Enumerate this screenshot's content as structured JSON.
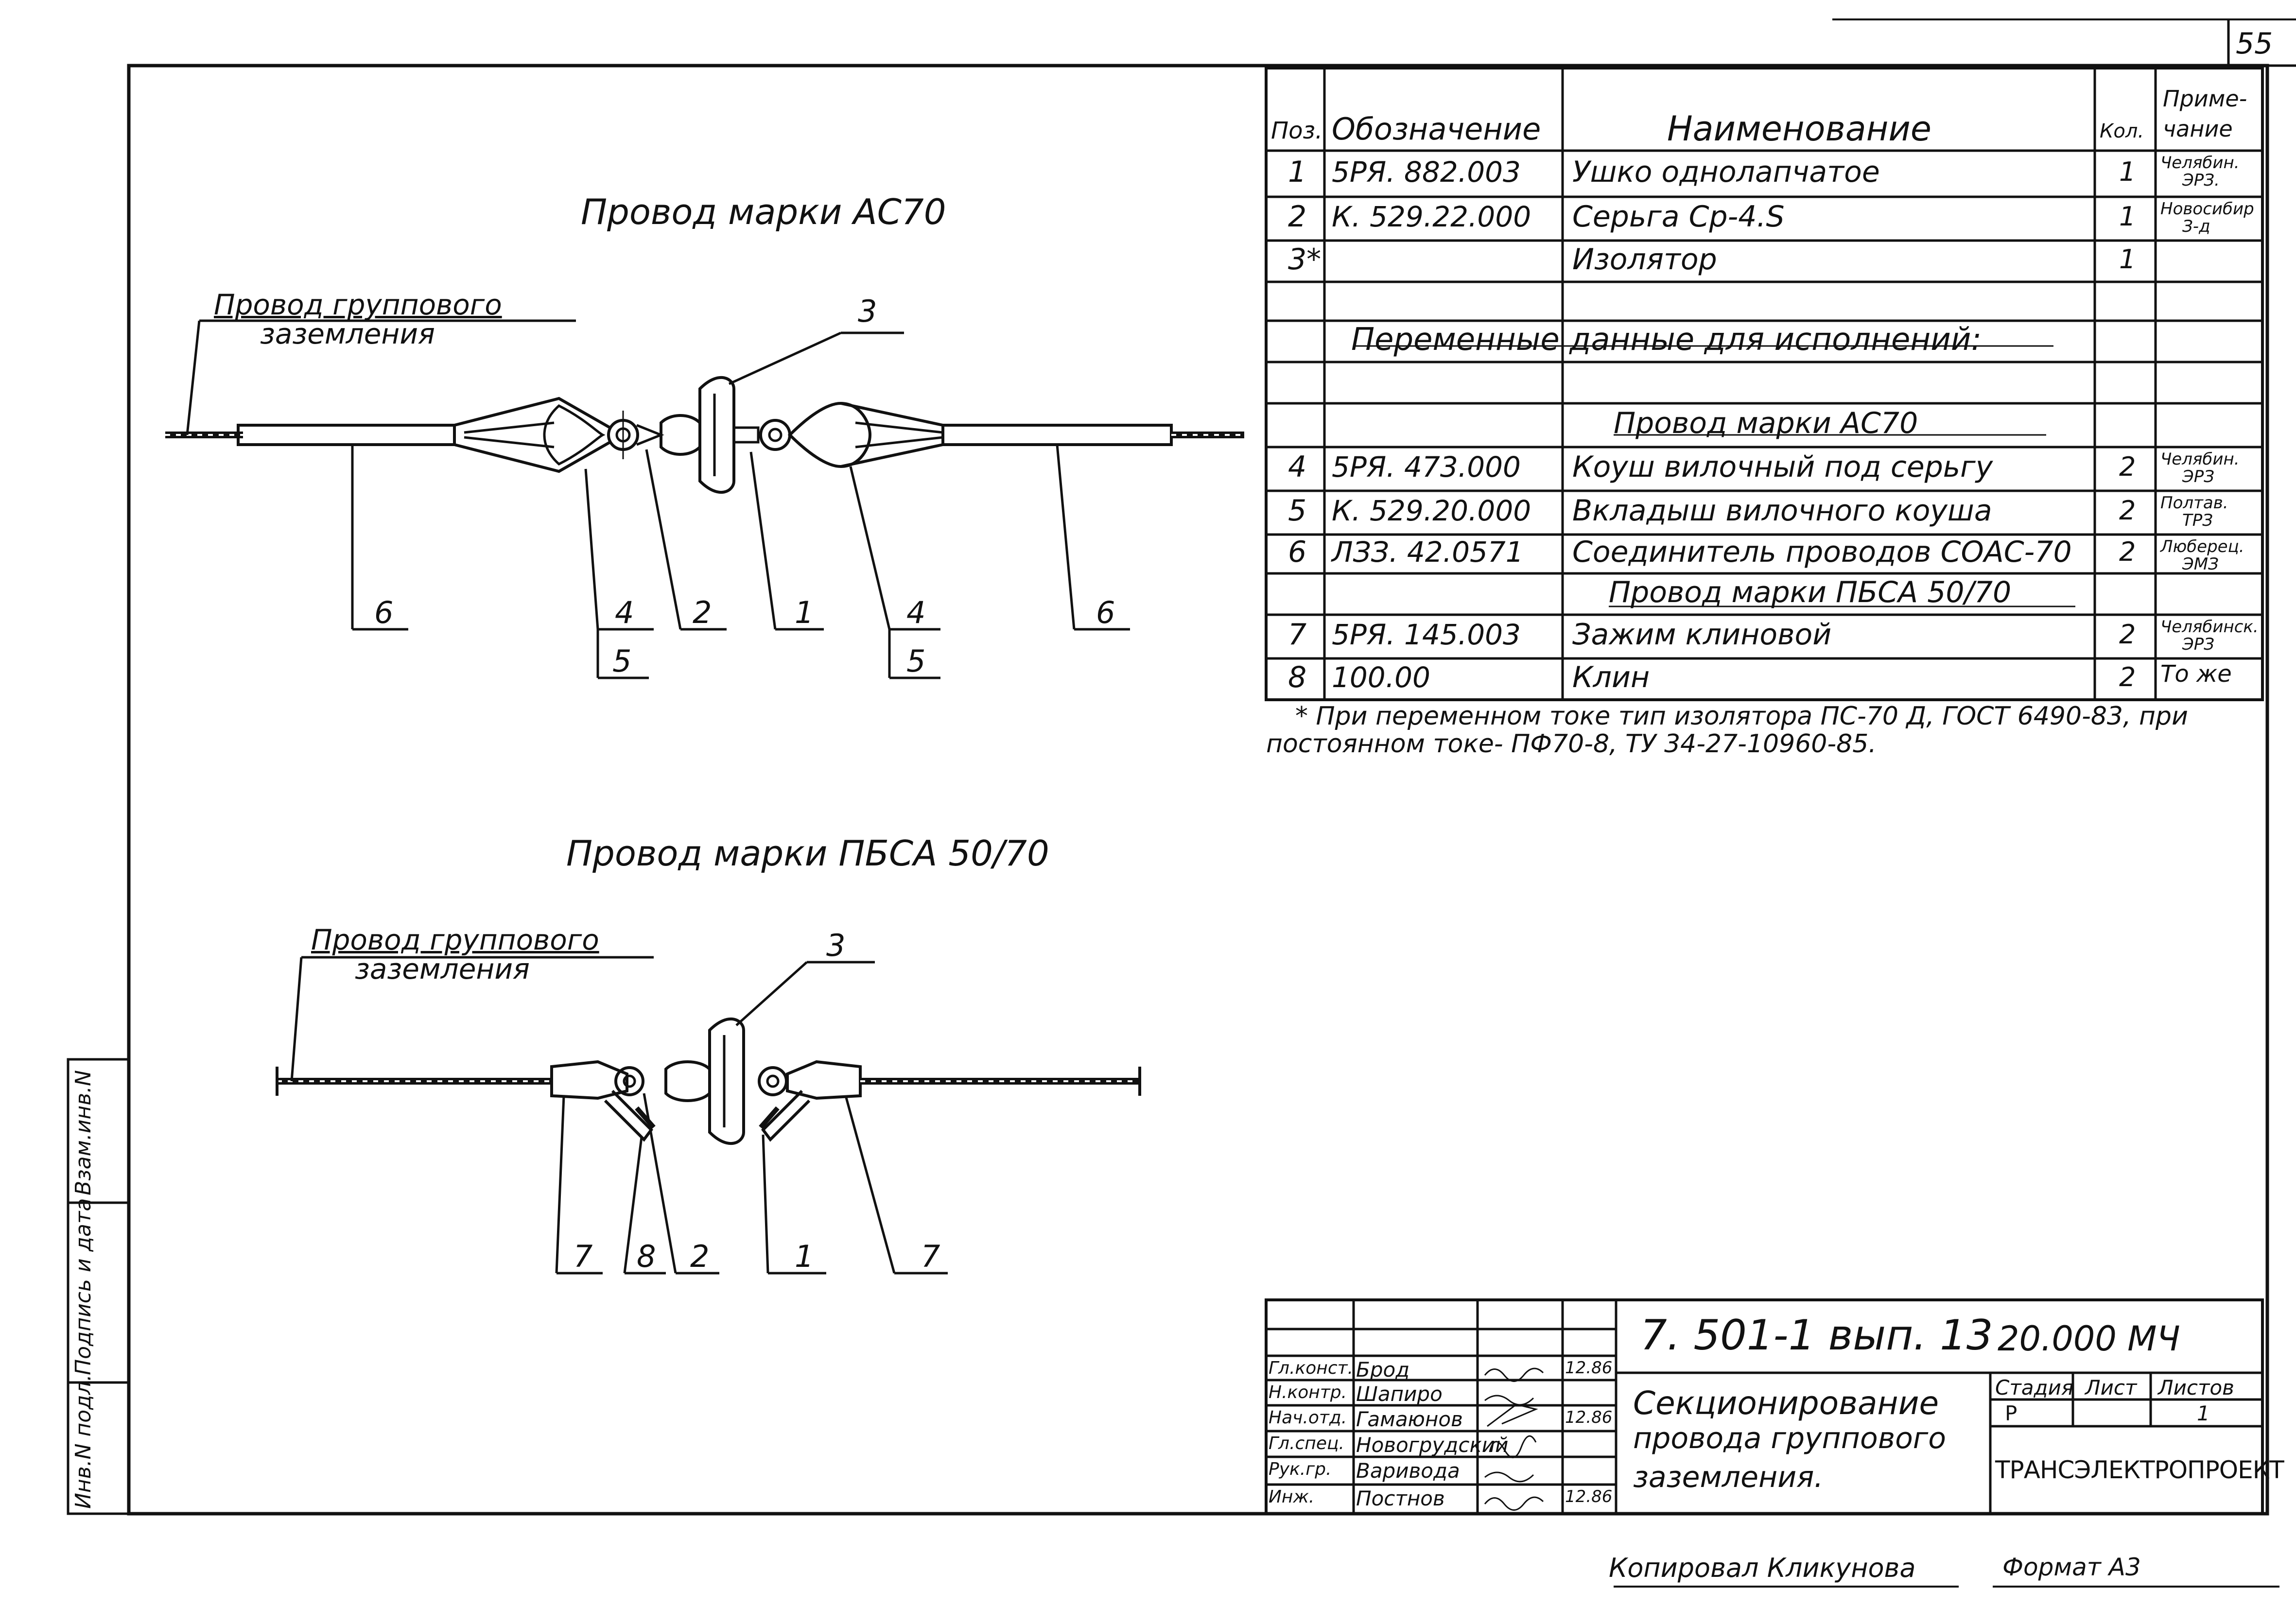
{
  "sheet_number": "55",
  "drawing": {
    "title_top": "Провод марки АС70",
    "title_bottom": "Провод марки ПБСА 50/70",
    "ground_wire_top": [
      "Провод группового",
      "заземления"
    ],
    "ground_wire_bottom": [
      "Провод группового",
      "заземления"
    ],
    "callouts_top": [
      "3",
      "6",
      "4",
      "5",
      "2",
      "1",
      "4",
      "5",
      "6"
    ],
    "callouts_bottom": [
      "3",
      "7",
      "8",
      "2",
      "1",
      "7"
    ]
  },
  "spec_table": {
    "headers": {
      "pos": "Поз.",
      "designation": "Обозначение",
      "name": "Наименование",
      "qty": "Кол.",
      "note": [
        "Приме-",
        "чание"
      ]
    },
    "rows": [
      {
        "pos": "1",
        "designation": "5РЯ. 882.003",
        "name": "Ушко однолапчатое",
        "qty": "1",
        "note": [
          "Челябин.",
          "ЭРЗ."
        ]
      },
      {
        "pos": "2",
        "designation": "К. 529.22.000",
        "name": "Серьга Ср-4.S",
        "qty": "1",
        "note": [
          "Новосибир",
          "З-д"
        ]
      },
      {
        "pos": "3*",
        "designation": "",
        "name": "Изолятор",
        "qty": "1",
        "note": [
          "",
          ""
        ]
      },
      {
        "pos": "",
        "designation": "",
        "name": "",
        "qty": "",
        "note": [
          "",
          ""
        ]
      },
      {
        "pos": "",
        "designation": "",
        "name": "Переменные данные для исполнений:",
        "qty": "",
        "note": [
          "",
          ""
        ]
      },
      {
        "pos": "",
        "designation": "",
        "name": "",
        "qty": "",
        "note": [
          "",
          ""
        ]
      },
      {
        "pos": "",
        "designation": "",
        "name": "Провод марки АС70",
        "qty": "",
        "note": [
          "",
          ""
        ]
      },
      {
        "pos": "4",
        "designation": "5РЯ. 473.000",
        "name": "Коуш вилочный под серьгу",
        "qty": "2",
        "note": [
          "Челябин.",
          "ЭРЗ"
        ]
      },
      {
        "pos": "5",
        "designation": "К. 529.20.000",
        "name": "Вкладыш вилочного коуша",
        "qty": "2",
        "note": [
          "Полтав.",
          "ТРЗ"
        ]
      },
      {
        "pos": "6",
        "designation": "ЛЗЗ. 42.0571",
        "name": "Соединитель проводов СОАС-70",
        "qty": "2",
        "note": [
          "Люберец.",
          "ЭМЗ"
        ]
      },
      {
        "pos": "",
        "designation": "",
        "name": "Провод марки ПБСА 50/70",
        "qty": "",
        "note": [
          "",
          ""
        ]
      },
      {
        "pos": "7",
        "designation": "5РЯ. 145.003",
        "name": "Зажим клиновой",
        "qty": "2",
        "note": [
          "Челябинск.",
          "ЭРЗ"
        ]
      },
      {
        "pos": "8",
        "designation": "100.00",
        "name": "Клин",
        "qty": "2",
        "note": [
          "То же",
          ""
        ]
      }
    ],
    "footnote": [
      "* При переменном токе тип изолятора ПС-70 Д, ГОСТ 6490-83, при",
      "постоянном токе- ПФ70-8, ТУ 34-27-10960-85."
    ]
  },
  "side_stamp": [
    "Инв.N подл.",
    "Подпись и дата",
    "Взам.инв.N"
  ],
  "title_block": {
    "code": "7. 501-1 вып. 13",
    "number": "20.000 МЧ",
    "title": [
      "Секционирование",
      "провода группового",
      "заземления."
    ],
    "stage_label": "Стадия",
    "sheet_label": "Лист",
    "sheets_label": "Листов",
    "stage": "Р",
    "sheet": "",
    "sheets": "1",
    "org": "ТРАНСЭЛЕКТРОПРОЕКТ",
    "roles": [
      {
        "role": "Гл.конст.",
        "name": "Брод",
        "date": "12.86"
      },
      {
        "role": "Н.контр.",
        "name": "Шапиро",
        "date": ""
      },
      {
        "role": "Нач.отд.",
        "name": "Гамаюнов",
        "date": "12.86"
      },
      {
        "role": "Гл.спец.",
        "name": "Новогрудский",
        "date": ""
      },
      {
        "role": "Рук.гр.",
        "name": "Варивода",
        "date": ""
      },
      {
        "role": "Инж.",
        "name": "Постнов",
        "date": "12.86"
      }
    ]
  },
  "bottom": {
    "copied": "Копировал Кликунова",
    "format": "Формат А3"
  }
}
